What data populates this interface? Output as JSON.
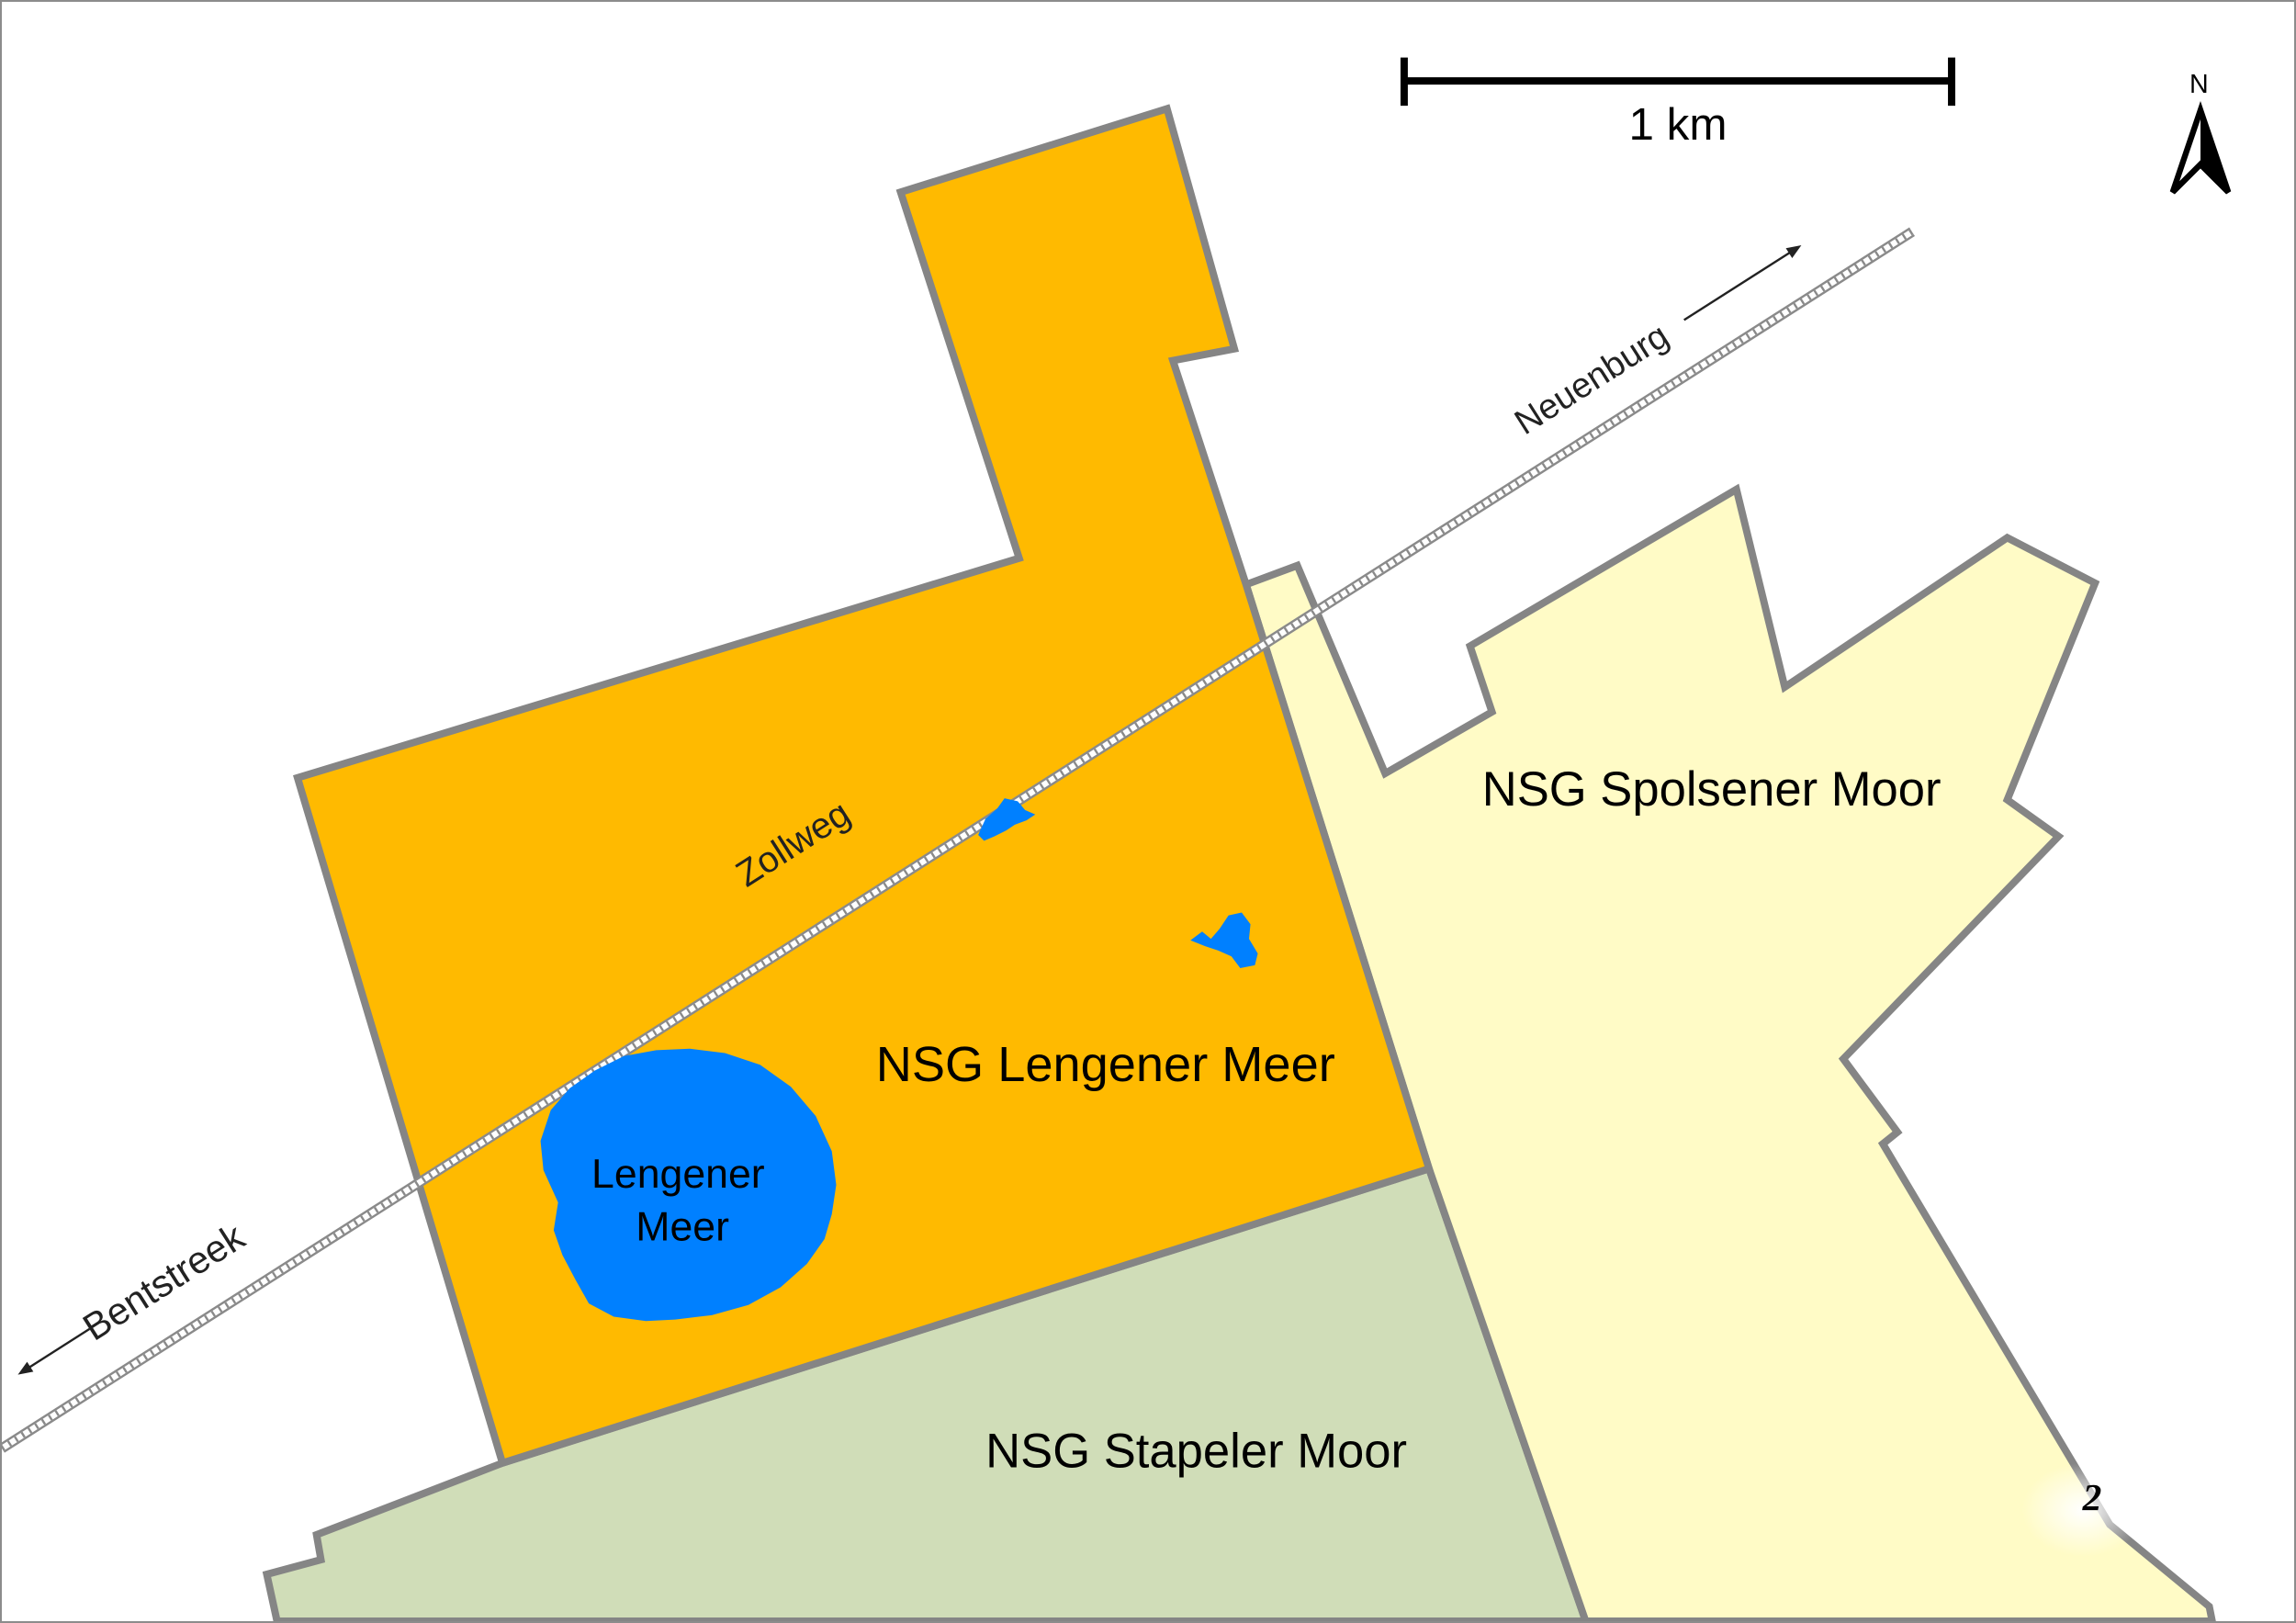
{
  "map": {
    "areas": {
      "lengener_meer": {
        "label": "NSG Lengener Meer",
        "fill": "#FFBA00"
      },
      "spolsener_moor": {
        "label": "NSG Spolsener Moor",
        "fill": "#FFFBC6"
      },
      "stapeler_moor": {
        "label": "NSG Stapeler Moor",
        "fill": "#D0DDB8"
      }
    },
    "lake": {
      "label_line1": "Lengener",
      "label_line2": "Meer",
      "fill": "#0080FF"
    },
    "boundary_color": "#858585",
    "roads": {
      "zollweg": "Zollweg",
      "neuenburg": "Neuenburg",
      "bentstreek": "Bentstreek"
    },
    "scale_bar": {
      "label": "1 km"
    },
    "north_arrow": {
      "label": "N"
    },
    "page_number": "2"
  }
}
